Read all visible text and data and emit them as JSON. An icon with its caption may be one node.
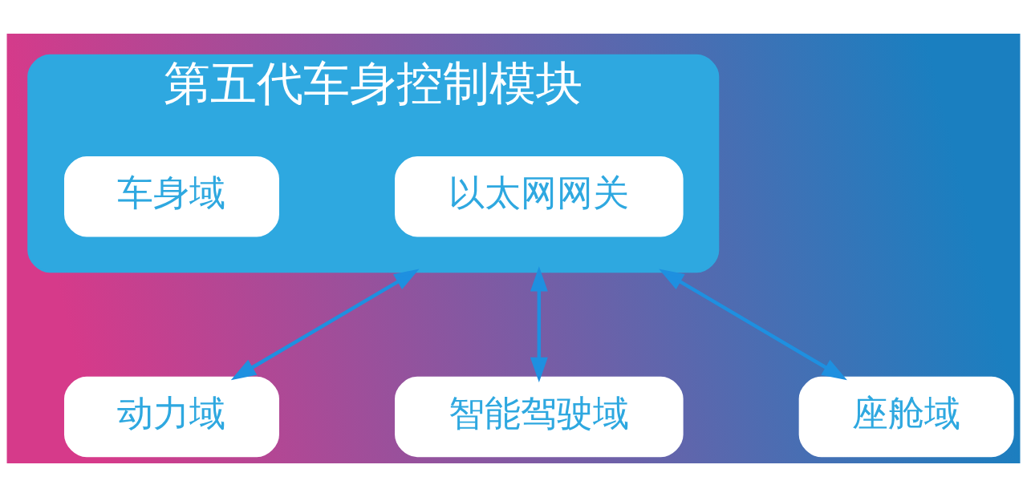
{
  "diagram": {
    "nodes": [
      {
        "text": [
          "第五代车身控制模块"
        ]
      },
      {
        "text": [
          "以太网网关"
        ],
        "in": 0
      },
      {
        "text": [
          "车身域"
        ],
        "in": 0
      },
      {
        "text": [
          "动力域"
        ]
      },
      {
        "text": [
          "智能驾驶域"
        ]
      },
      {
        "text": [
          "座舱域"
        ]
      }
    ],
    "edges": [
      {
        "from": 0,
        "to": 3,
        "arrow": "both"
      },
      {
        "from": 0,
        "to": 4,
        "arrow": "both"
      },
      {
        "from": 0,
        "to": 5,
        "arrow": "both"
      }
    ]
  }
}
